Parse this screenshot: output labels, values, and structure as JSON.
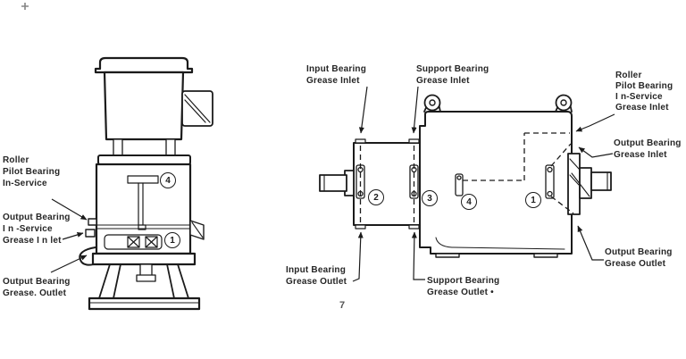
{
  "page": {
    "background": "#ffffff",
    "ink_color": "#1b1b1b",
    "text_color": "#262626",
    "page_number": "7"
  },
  "left_view": {
    "description": "vertical gear drive side view",
    "labels": {
      "roller_pilot": "Roller\nPilot Bearing\nIn-Service",
      "output_inlet": "Output Bearing\nI n -Service\nGrease I n let",
      "output_outlet": "Output Bearing\nGrease. Outlet"
    },
    "callouts": [
      "4",
      "1"
    ]
  },
  "right_view": {
    "description": "horizontal gear drive side view",
    "labels": {
      "input_inlet": "Input Bearing\nGrease Inlet",
      "support_inlet": "Support Bearing\nGrease Inlet",
      "roller_pilot_inlet": "Roller\nPilot Bearing\nI n-Service\nGrease Inlet",
      "output_inlet": "Output Bearing\nGrease Inlet",
      "output_outlet": "Output Bearing\nGrease Outlet",
      "input_outlet": "Input Bearing\nGrease Outlet",
      "support_outlet": "Support Bearing\nGrease Outlet •"
    },
    "callouts": [
      "2",
      "3",
      "4",
      "1"
    ]
  }
}
